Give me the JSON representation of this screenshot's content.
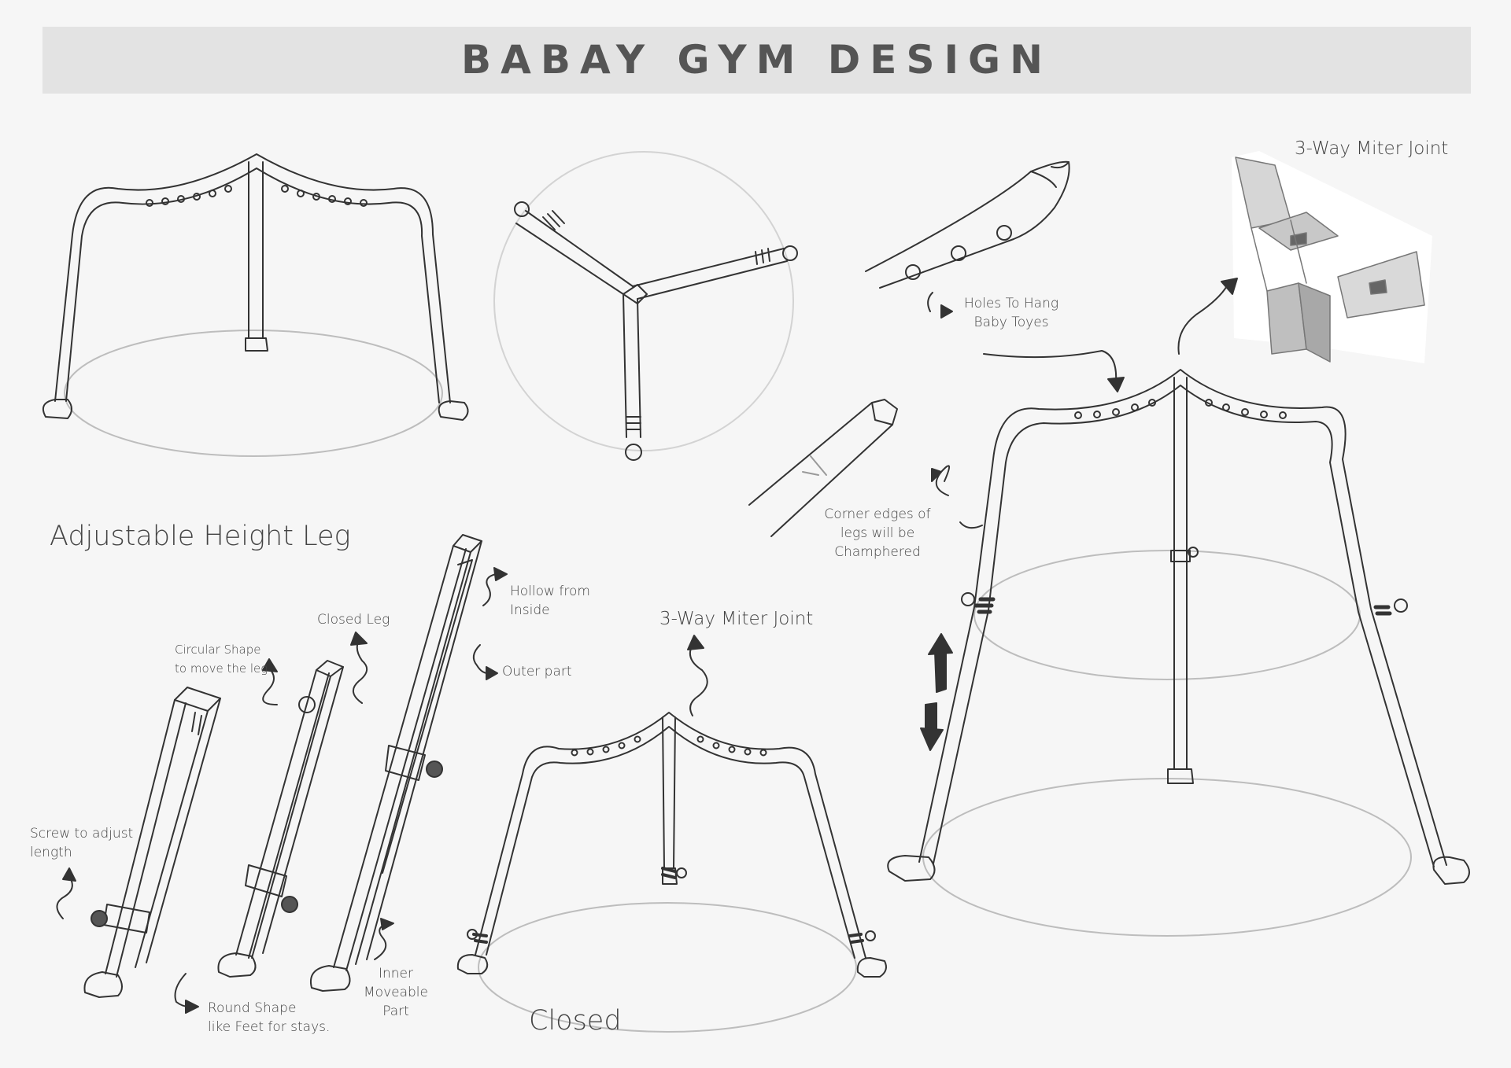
{
  "title": "BABAY GYM DESIGN",
  "labels": {
    "adjustable_height_leg": "Adjustable Height Leg",
    "miter_joint_top": "3-Way Miter Joint",
    "miter_joint_bottom": "3-Way Miter Joint",
    "holes_line1": "Holes To Hang",
    "holes_line2": "Baby Toyes",
    "corner_line1": "Corner edges of",
    "corner_line2": "legs will be",
    "corner_line3": "Champhered",
    "hollow_line1": "Hollow from",
    "hollow_line2": "Inside",
    "outer_part": "Outer part",
    "closed_leg": "Closed Leg",
    "circular_line1": "Circular Shape",
    "circular_line2": "to move the leg",
    "screw_line1": "Screw to adjust",
    "screw_line2": "length",
    "round_line1": "Round Shape",
    "round_line2": "like Feet for stays.",
    "inner_line1": "Inner",
    "inner_line2": "Moveable",
    "inner_line3": "Part",
    "closed": "Closed"
  },
  "colors": {
    "background": "#f6f6f6",
    "banner": "#e3e3e3",
    "ink": "#333333",
    "floor_ellipse": "#bdbdbd"
  }
}
